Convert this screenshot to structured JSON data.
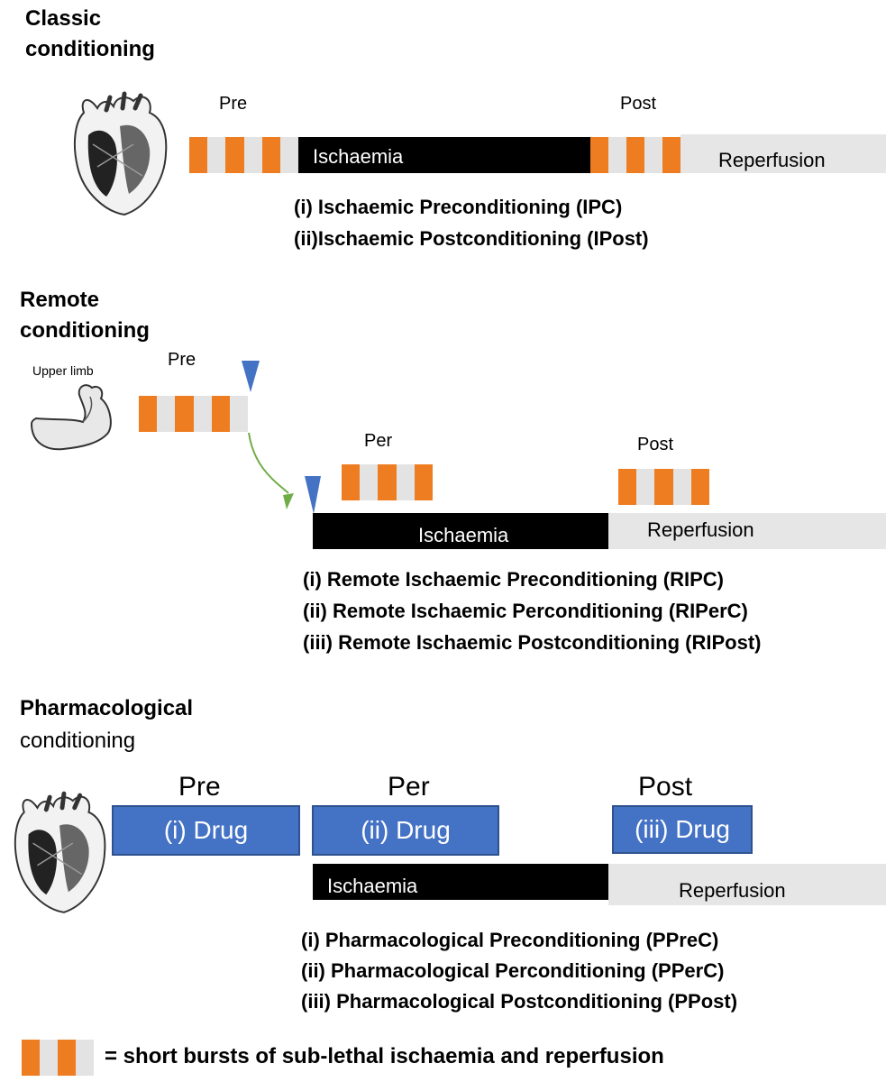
{
  "classic": {
    "title_line1": "Classic",
    "title_line2": "conditioning",
    "pre": "Pre",
    "post": "Post",
    "ischaemia": "Ischaemia",
    "reperfusion": "Reperfusion",
    "items": [
      "(i) Ischaemic Preconditioning (IPC)",
      "(ii)Ischaemic Postconditioning (IPost)"
    ]
  },
  "remote": {
    "title_line1": "Remote",
    "title_line2": "conditioning",
    "limb_label": "Upper limb",
    "pre": "Pre",
    "per": "Per",
    "post": "Post",
    "ischaemia": "Ischaemia",
    "reperfusion": "Reperfusion",
    "items": [
      "(i) Remote Ischaemic Preconditioning (RIPC)",
      "(ii) Remote Ischaemic Perconditioning (RIPerC)",
      "(iii) Remote Ischaemic Postconditioning (RIPost)"
    ]
  },
  "pharmacological": {
    "title_line1": "Pharmacological",
    "title_line2": "conditioning",
    "pre": "Pre",
    "per": "Per",
    "post": "Post",
    "drug1": "(i) Drug",
    "drug2": "(ii) Drug",
    "drug3": "(iii) Drug",
    "ischaemia": "Ischaemia",
    "reperfusion": "Reperfusion",
    "items": [
      "(i) Pharmacological Preconditioning (PPreC)",
      "(ii) Pharmacological Perconditioning (PPerC)",
      "(iii) Pharmacological Postconditioning (PPost)"
    ]
  },
  "legend": {
    "text": "= short bursts of sub-lethal ischaemia and reperfusion"
  },
  "colors": {
    "burst": "#ee7d22",
    "gap": "#e3e3e3",
    "drug": "#4472c4",
    "arrow": "#70ad47",
    "marker": "#4472c4"
  }
}
